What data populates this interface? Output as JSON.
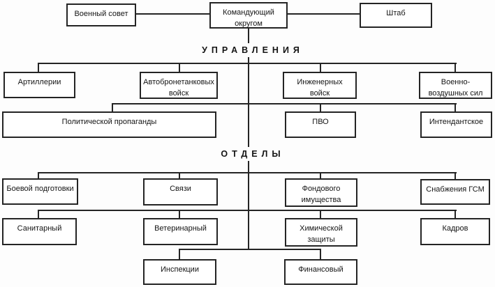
{
  "headers": {
    "directorates": "УПРАВЛЕНИЯ",
    "departments": "ОТДЕЛЫ"
  },
  "nodes": {
    "military_council": "Военный совет",
    "district_commander": "Командующий округом",
    "staff": "Штаб",
    "artillery": "Артиллерии",
    "armored_troops": "Автобронетанковых войск",
    "engineer_troops": "Инженерных войск",
    "air_force": "Военно-воздушных сил",
    "political_propaganda": "Политической пропаганды",
    "air_defense": "ПВО",
    "quartermaster": "Интендантское",
    "combat_training": "Боевой подготовки",
    "signals": "Связи",
    "fund_property": "Фондового имущества",
    "fuel_supply": "Снабжения ГСМ",
    "medical": "Санитарный",
    "veterinary": "Ветеринарный",
    "chemical_defense": "Химической защиты",
    "personnel": "Кадров",
    "inspections": "Инспекции",
    "finance": "Финансовый"
  },
  "colors": {
    "line": "#242424",
    "background": "#fdfdfd",
    "box_background": "#ffffff"
  }
}
